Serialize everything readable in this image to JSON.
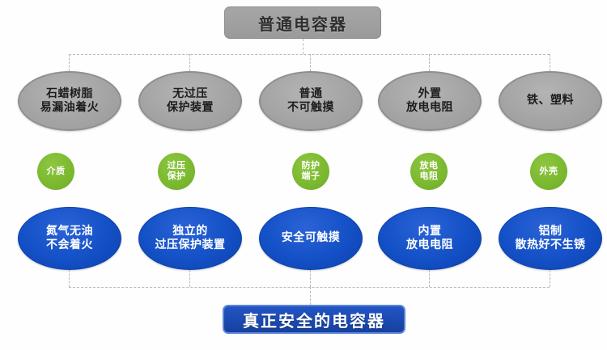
{
  "diagram": {
    "top_node": {
      "label": "普通电容器",
      "color": "#9a9a9a"
    },
    "bottom_node": {
      "label": "真正安全的电容器",
      "color": "#15409f"
    },
    "columns": [
      {
        "problem": {
          "line1": "石蜡树脂",
          "line2": "易漏油着火"
        },
        "aspect": {
          "line1": "介质",
          "line2": ""
        },
        "solution": {
          "line1": "氮气无油",
          "line2": "不会着火"
        }
      },
      {
        "problem": {
          "line1": "无过压",
          "line2": "保护装置"
        },
        "aspect": {
          "line1": "过压",
          "line2": "保护"
        },
        "solution": {
          "line1": "独立的",
          "line2": "过压保护装置"
        }
      },
      {
        "problem": {
          "line1": "普通",
          "line2": "不可触摸"
        },
        "aspect": {
          "line1": "防护",
          "line2": "端子"
        },
        "solution": {
          "line1": "安全可触摸",
          "line2": ""
        }
      },
      {
        "problem": {
          "line1": "外置",
          "line2": "放电电阻"
        },
        "aspect": {
          "line1": "放电",
          "line2": "电阻"
        },
        "solution": {
          "line1": "内置",
          "line2": "放电电阻"
        }
      },
      {
        "problem": {
          "line1": "铁、塑料",
          "line2": ""
        },
        "aspect": {
          "line1": "外壳",
          "line2": ""
        },
        "solution": {
          "line1": "铝制",
          "line2": "散热好不生锈"
        }
      }
    ],
    "colors": {
      "problem_fill": "#a3a3a3",
      "aspect_fill": "#79b72f",
      "solution_fill": "#1450c6",
      "connector": "#b9b9b9"
    }
  }
}
